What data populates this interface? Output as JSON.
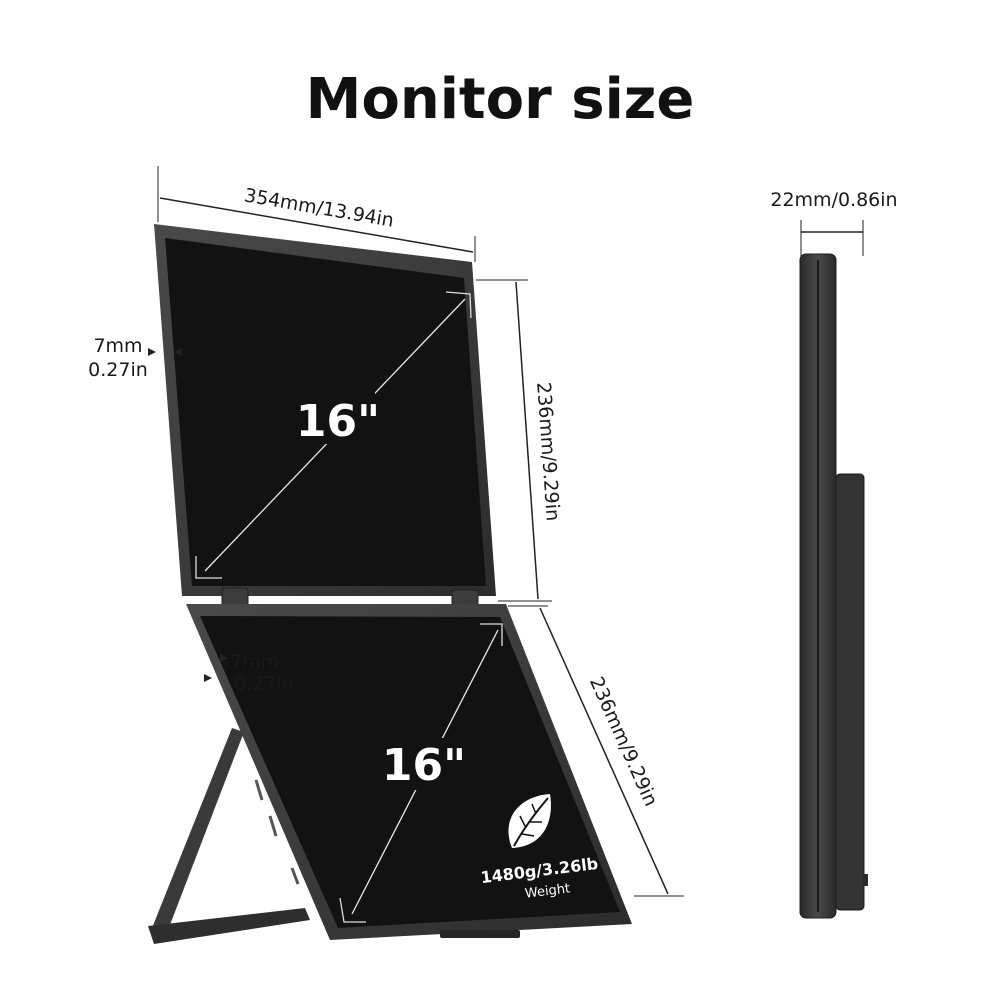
{
  "title": "Monitor size",
  "upper_screen": {
    "diagonal": "16\""
  },
  "lower_screen": {
    "diagonal": "16\""
  },
  "dimensions": {
    "width": "354mm/13.94in",
    "upper_height": "236mm/9.29in",
    "lower_height": "236mm/9.29in",
    "thickness": "22mm/0.86in",
    "upper_bezel": {
      "mm": "7mm",
      "in": "0.27in"
    },
    "lower_bezel": {
      "mm": "7mm",
      "in": "0.27in"
    }
  },
  "weight": {
    "value": "1480g/3.26lb",
    "label": "Weight",
    "icon": "leaf-icon"
  },
  "colors": {
    "frame": "#3a3a3a",
    "screen": "#121212",
    "background": "#ffffff"
  }
}
